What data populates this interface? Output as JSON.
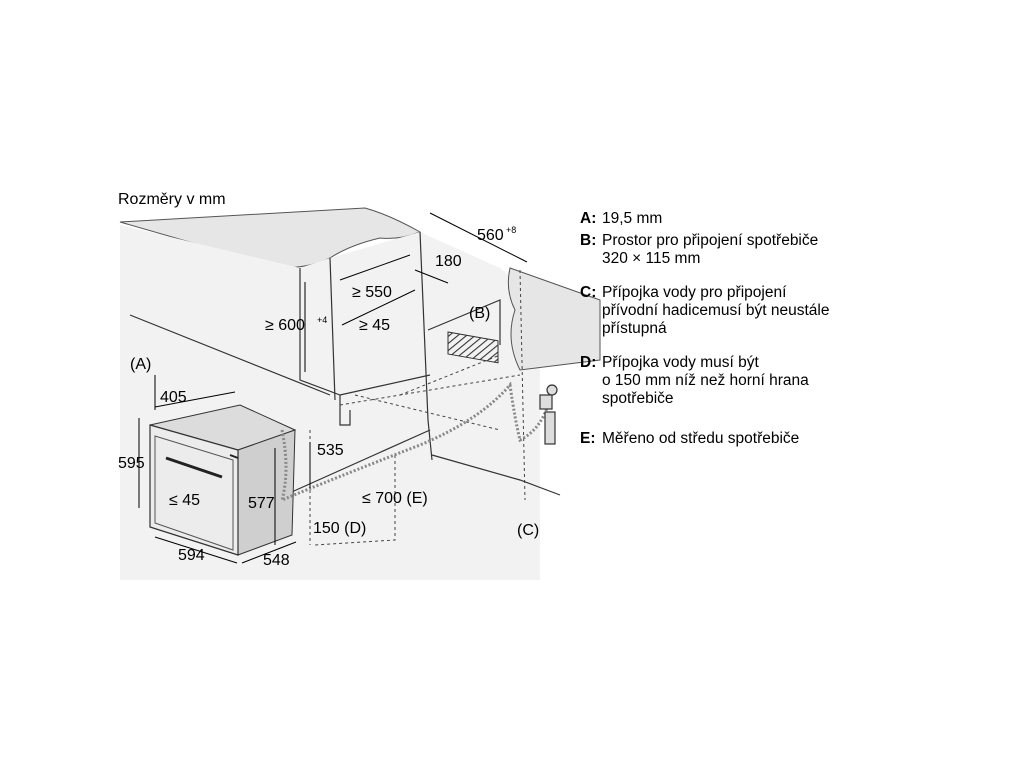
{
  "diagram": {
    "title": "Rozměry v mm",
    "dimensions": {
      "width_560": "560",
      "width_560_tol": "+8",
      "d180": "180",
      "ge550": "≥ 550",
      "ge600": "≥ 600",
      "ge600_tol": "+4",
      "ge45_top": "≥ 45",
      "label_A": "(A)",
      "label_B": "(B)",
      "label_C": "(C)",
      "d405": "405",
      "d595": "595",
      "le45": "≤ 45",
      "d577": "577",
      "d535": "535",
      "le700": "≤ 700 (E)",
      "d150": "150 (D)",
      "d594": "594",
      "d548": "548"
    }
  },
  "legend": [
    {
      "key": "A:",
      "text": "19,5 mm"
    },
    {
      "key": "B:",
      "text": "Prostor pro připojení spotřebiče\n320 × 115 mm"
    },
    {
      "key": "C:",
      "text": "Přípojka vody pro připojení\npřívodní hadicemusí být neustále\npřístupná"
    },
    {
      "key": "D:",
      "text": "Přípojka vody musí být\no 150 mm níž než horní hrana\nspotřebiče"
    },
    {
      "key": "E:",
      "text": "Měřeno od středu spotřebiče"
    }
  ]
}
